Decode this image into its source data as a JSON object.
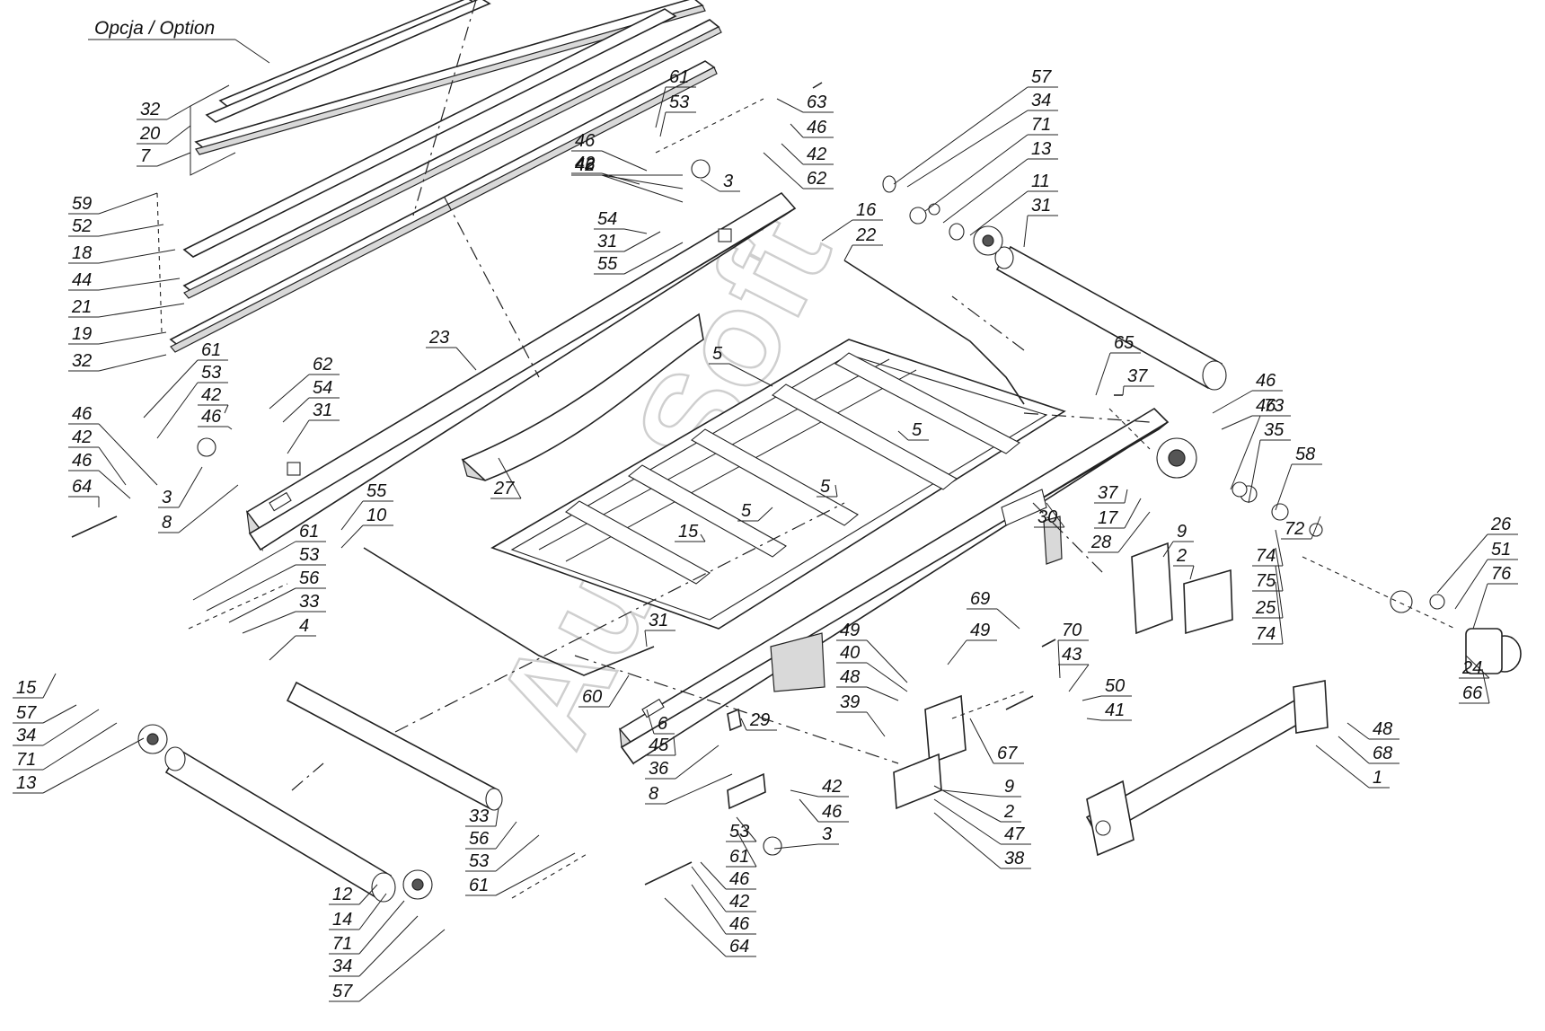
{
  "title": "Opcja  / Option",
  "watermark": "AutoSoft",
  "callouts": [
    "32",
    "20",
    "7",
    "59",
    "52",
    "18",
    "44",
    "21",
    "19",
    "32",
    "61",
    "53",
    "42",
    "46",
    "46",
    "42",
    "46",
    "64",
    "3",
    "8",
    "62",
    "54",
    "31",
    "23",
    "27",
    "55",
    "10",
    "61",
    "53",
    "56",
    "33",
    "4",
    "15",
    "57",
    "34",
    "71",
    "13",
    "12",
    "14",
    "71",
    "34",
    "57",
    "33",
    "56",
    "53",
    "61",
    "61",
    "53",
    "46",
    "42",
    "46",
    "42",
    "46",
    "63",
    "3",
    "46",
    "42",
    "62",
    "54",
    "31",
    "55",
    "16",
    "22",
    "5",
    "5",
    "5",
    "5",
    "15",
    "57",
    "34",
    "71",
    "13",
    "11",
    "31",
    "65",
    "37",
    "46",
    "46",
    "37",
    "17",
    "28",
    "30",
    "73",
    "35",
    "58",
    "72",
    "74",
    "75",
    "25",
    "74",
    "9",
    "2",
    "26",
    "51",
    "76",
    "24",
    "66",
    "31",
    "60",
    "6",
    "29",
    "45",
    "36",
    "8",
    "42",
    "46",
    "3",
    "53",
    "61",
    "46",
    "42",
    "46",
    "64",
    "49",
    "40",
    "48",
    "39",
    "49",
    "69",
    "70",
    "43",
    "50",
    "41",
    "67",
    "9",
    "2",
    "47",
    "38",
    "48",
    "68",
    "1"
  ],
  "colors": {
    "ink": "#222222",
    "watermark": "#cfcfcf",
    "background": "#ffffff"
  }
}
